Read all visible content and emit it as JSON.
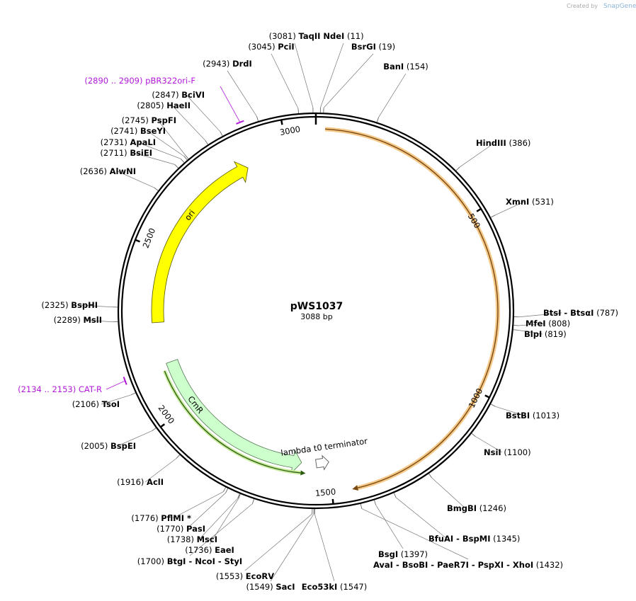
{
  "credit": {
    "created_by": "Created by",
    "brand": "SnapGene"
  },
  "plasmid": {
    "name": "pWS1037",
    "size_label": "3088 bp",
    "length": 3088
  },
  "ticks": [
    {
      "bp": 500,
      "label": "500"
    },
    {
      "bp": 1000,
      "label": "1000"
    },
    {
      "bp": 1500,
      "label": "1500"
    },
    {
      "bp": 2000,
      "label": "2000"
    },
    {
      "bp": 2500,
      "label": "2500"
    },
    {
      "bp": 3000,
      "label": "3000"
    }
  ],
  "features": [
    {
      "name": "",
      "type": "orange-arc",
      "start": 25,
      "end": 1430,
      "direction": "forward"
    },
    {
      "name": "ori",
      "type": "yellow-arrow",
      "start": 2280,
      "end": 2870,
      "direction": "forward"
    },
    {
      "name": "CmR",
      "type": "green-arrow",
      "start": 1590,
      "end": 2150,
      "direction": "reverse"
    },
    {
      "name": "",
      "type": "green-line",
      "start": 1590,
      "end": 2130,
      "direction": "reverse"
    },
    {
      "name": "lambda t0 terminator",
      "type": "terminator",
      "start": 1500,
      "end": 1560,
      "direction": "forward"
    }
  ],
  "sites": [
    {
      "name": "TaqII",
      "pos": "(3081)",
      "bp": 3081
    },
    {
      "name": "PciI",
      "pos": "(3045)",
      "bp": 3045
    },
    {
      "name": "NdeI",
      "pos": "(11)",
      "bp": 11
    },
    {
      "name": "BsrGI",
      "pos": "(19)",
      "bp": 19
    },
    {
      "name": "BanI",
      "pos": "(154)",
      "bp": 154
    },
    {
      "name": "DrdI",
      "pos": "(2943)",
      "bp": 2943
    },
    {
      "name": "BciVI",
      "pos": "(2847)",
      "bp": 2847
    },
    {
      "name": "HaeII",
      "pos": "(2805)",
      "bp": 2805
    },
    {
      "name": "PspFI",
      "pos": "(2745)",
      "bp": 2745
    },
    {
      "name": "BseYI",
      "pos": "(2741)",
      "bp": 2741
    },
    {
      "name": "ApaLI",
      "pos": "(2731)",
      "bp": 2731
    },
    {
      "name": "BsiEI",
      "pos": "(2711)",
      "bp": 2711
    },
    {
      "name": "AlwNI",
      "pos": "(2636)",
      "bp": 2636
    },
    {
      "name": "HindIII",
      "pos": "(386)",
      "bp": 386
    },
    {
      "name": "XmnI",
      "pos": "(531)",
      "bp": 531
    },
    {
      "name": "BtsI - BtsαI",
      "pos": "(787)",
      "bp": 787
    },
    {
      "name": "MfeI",
      "pos": "(808)",
      "bp": 808
    },
    {
      "name": "BlpI",
      "pos": "(819)",
      "bp": 819
    },
    {
      "name": "BstBI",
      "pos": "(1013)",
      "bp": 1013
    },
    {
      "name": "NsiI",
      "pos": "(1100)",
      "bp": 1100
    },
    {
      "name": "BmgBI",
      "pos": "(1246)",
      "bp": 1246
    },
    {
      "name": "BfuAI - BspMI",
      "pos": "(1345)",
      "bp": 1345
    },
    {
      "name": "BsgI",
      "pos": "(1397)",
      "bp": 1397
    },
    {
      "name": "AvaI - BsoBI - PaeR7I - PspXI - XhoI",
      "pos": "(1432)",
      "bp": 1432
    },
    {
      "name": "Eco53kI",
      "pos": "(1547)",
      "bp": 1547
    },
    {
      "name": "SacI",
      "pos": "(1549)",
      "bp": 1549
    },
    {
      "name": "EcoRV",
      "pos": "(1553)",
      "bp": 1553
    },
    {
      "name": "BtgI - NcoI - StyI",
      "pos": "(1700)",
      "bp": 1700
    },
    {
      "name": "EaeI",
      "pos": "(1736)",
      "bp": 1736
    },
    {
      "name": "MscI",
      "pos": "(1738)",
      "bp": 1738
    },
    {
      "name": "PasI",
      "pos": "(1770)",
      "bp": 1770
    },
    {
      "name": "PflMI *",
      "pos": "(1776)",
      "bp": 1776
    },
    {
      "name": "AclI",
      "pos": "(1916)",
      "bp": 1916
    },
    {
      "name": "BspEI",
      "pos": "(2005)",
      "bp": 2005
    },
    {
      "name": "TsoI",
      "pos": "(2106)",
      "bp": 2106
    },
    {
      "name": "MslI",
      "pos": "(2289)",
      "bp": 2289
    },
    {
      "name": "BspHI",
      "pos": "(2325)",
      "bp": 2325
    }
  ],
  "primers": [
    {
      "label": "(2890 .. 2909)  pBR322ori-F",
      "bp": 2900
    },
    {
      "label": "(2134 .. 2153)  CAT-R",
      "bp": 2143
    }
  ]
}
